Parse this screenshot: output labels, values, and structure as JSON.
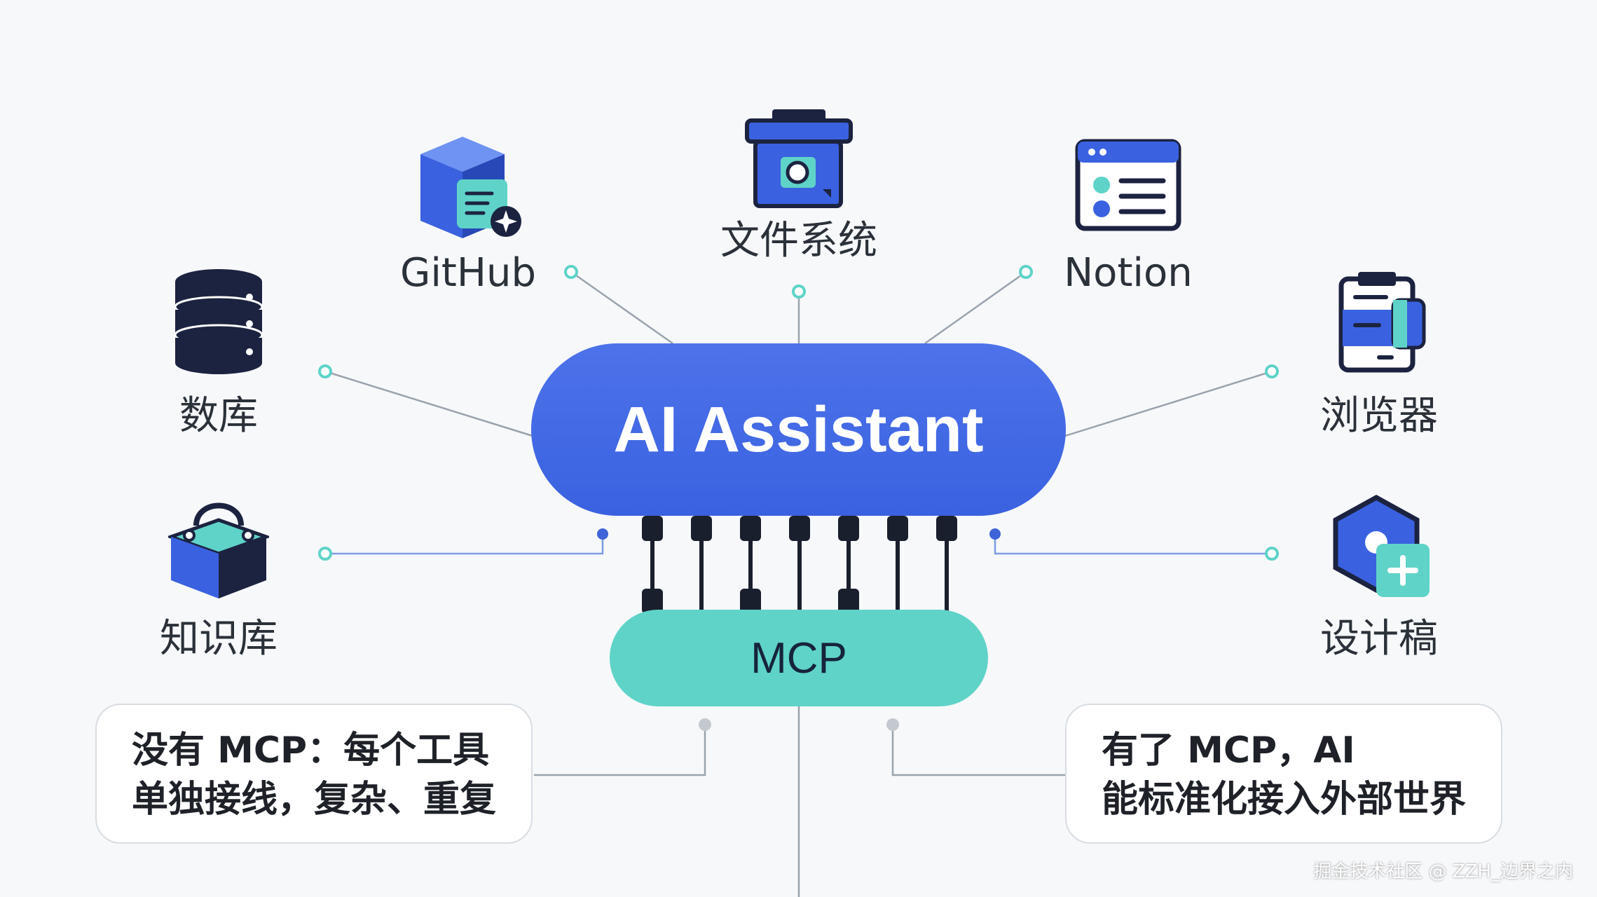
{
  "center": {
    "title": "AI Assistant",
    "hub": "MCP"
  },
  "tools": {
    "github": "GitHub",
    "filesystem": "文件系统",
    "notion": "Notion",
    "database": "数库",
    "browser": "浏览器",
    "knowledge_base": "知识库",
    "design": "设计稿"
  },
  "notes": {
    "without_line1": "没有 MCP：每个工具",
    "without_line2": "单独接线，复杂、重复",
    "with_line1": "有了 MCP，AI",
    "with_line2": "能标准化接入外部世界"
  },
  "watermark": "掘金技术社区 @ ZZH_边界之内",
  "colors": {
    "assistant_blue": "#3f63e0",
    "mcp_teal": "#5fd3c8",
    "icon_navy": "#1c2340",
    "background": "#f7f8fa"
  },
  "icons": [
    "github-icon",
    "folder-icon",
    "notion-icon",
    "database-icon",
    "clipboard-icon",
    "knowledge-box-icon",
    "design-hexagon-icon"
  ]
}
